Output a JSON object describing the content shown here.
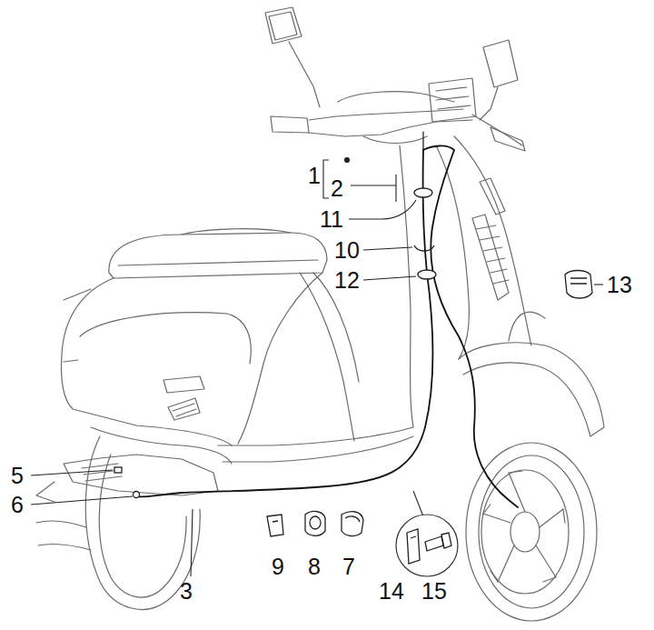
{
  "diagram": {
    "labels": [
      "1",
      "2",
      "11",
      "10",
      "12",
      "13",
      "5",
      "6",
      "3",
      "9",
      "8",
      "7",
      "14",
      "15"
    ]
  }
}
